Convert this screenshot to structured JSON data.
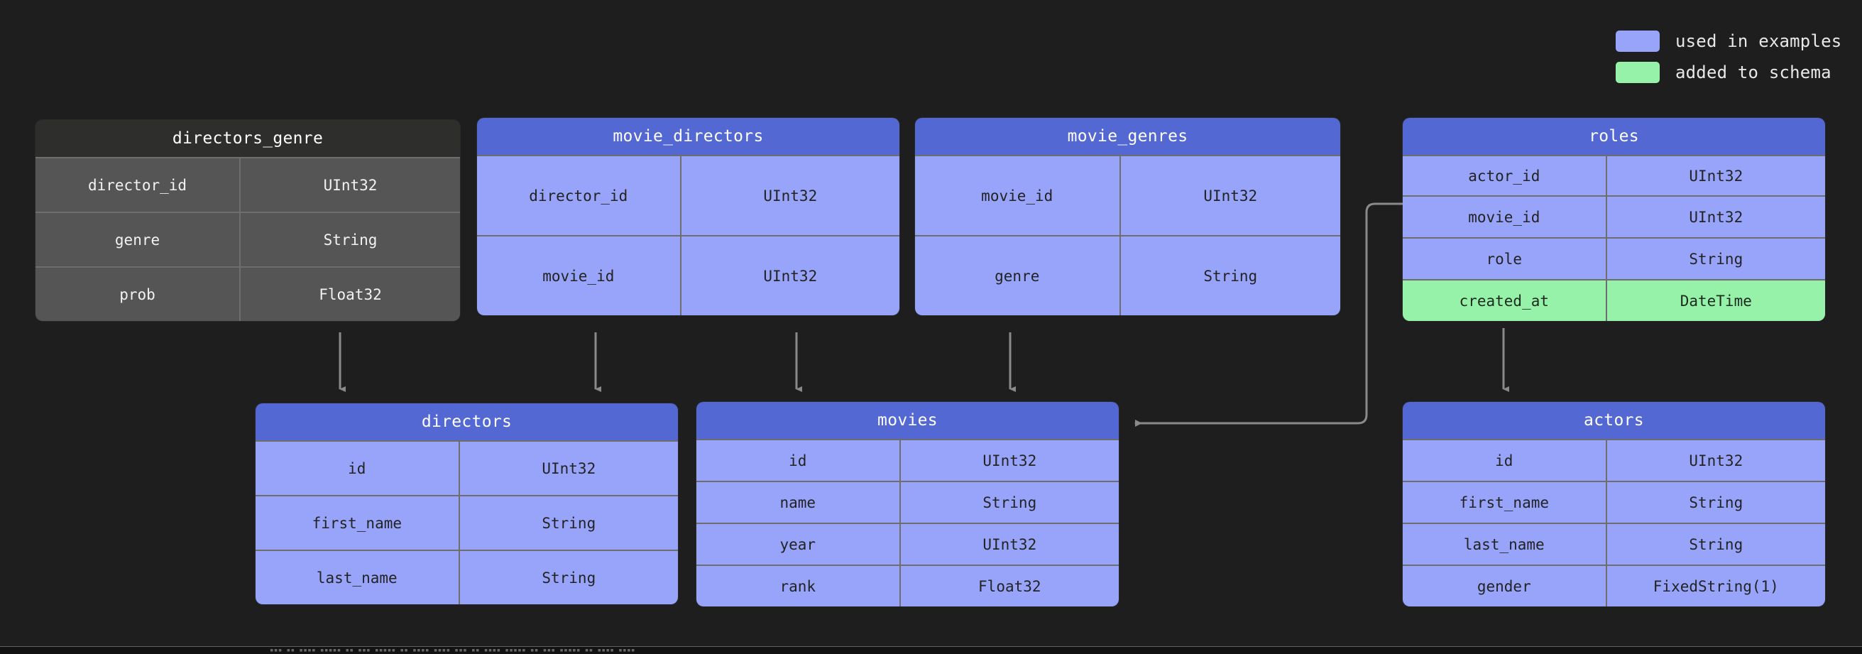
{
  "background_color": "#1e1e1e",
  "legend": {
    "items": [
      {
        "label": "used in examples",
        "color": "#97a4fa",
        "swatch_name": "legend-swatch-blue"
      },
      {
        "label": "added to schema",
        "color": "#96f2a8",
        "swatch_name": "legend-swatch-green"
      }
    ]
  },
  "colors": {
    "header_blue": "#5468d4",
    "body_blue": "#97a4fa",
    "added_green": "#96f2a8",
    "header_gray": "#2e2e2c",
    "body_gray": "#555555",
    "border_gray": "#6e6e6e",
    "connector": "#8a8a8a"
  },
  "tables": [
    {
      "name": "directors_genre",
      "theme": "gray",
      "columns": [
        {
          "name": "director_id",
          "type": "UInt32",
          "highlight": "none"
        },
        {
          "name": "genre",
          "type": "String",
          "highlight": "none"
        },
        {
          "name": "prob",
          "type": "Float32",
          "highlight": "none"
        }
      ]
    },
    {
      "name": "movie_directors",
      "theme": "blue",
      "columns": [
        {
          "name": "director_id",
          "type": "UInt32",
          "highlight": "none"
        },
        {
          "name": "movie_id",
          "type": "UInt32",
          "highlight": "none"
        }
      ]
    },
    {
      "name": "movie_genres",
      "theme": "blue",
      "columns": [
        {
          "name": "movie_id",
          "type": "UInt32",
          "highlight": "none"
        },
        {
          "name": "genre",
          "type": "String",
          "highlight": "none"
        }
      ]
    },
    {
      "name": "roles",
      "theme": "blue",
      "columns": [
        {
          "name": "actor_id",
          "type": "UInt32",
          "highlight": "none"
        },
        {
          "name": "movie_id",
          "type": "UInt32",
          "highlight": "none"
        },
        {
          "name": "role",
          "type": "String",
          "highlight": "none"
        },
        {
          "name": "created_at",
          "type": "DateTime",
          "highlight": "added"
        }
      ]
    },
    {
      "name": "directors",
      "theme": "blue",
      "columns": [
        {
          "name": "id",
          "type": "UInt32",
          "highlight": "none"
        },
        {
          "name": "first_name",
          "type": "String",
          "highlight": "none"
        },
        {
          "name": "last_name",
          "type": "String",
          "highlight": "none"
        }
      ]
    },
    {
      "name": "movies",
      "theme": "blue",
      "columns": [
        {
          "name": "id",
          "type": "UInt32",
          "highlight": "none"
        },
        {
          "name": "name",
          "type": "String",
          "highlight": "none"
        },
        {
          "name": "year",
          "type": "UInt32",
          "highlight": "none"
        },
        {
          "name": "rank",
          "type": "Float32",
          "highlight": "none"
        }
      ]
    },
    {
      "name": "actors",
      "theme": "blue",
      "columns": [
        {
          "name": "id",
          "type": "UInt32",
          "highlight": "none"
        },
        {
          "name": "first_name",
          "type": "String",
          "highlight": "none"
        },
        {
          "name": "last_name",
          "type": "String",
          "highlight": "none"
        },
        {
          "name": "gender",
          "type": "FixedString(1)",
          "highlight": "none"
        }
      ]
    }
  ],
  "relationships": [
    {
      "from": "directors_genre",
      "to": "directors",
      "style": "straight-down"
    },
    {
      "from": "movie_directors",
      "to": "directors",
      "style": "straight-down"
    },
    {
      "from": "movie_directors",
      "to": "movies",
      "style": "straight-down"
    },
    {
      "from": "movie_genres",
      "to": "movies",
      "style": "straight-down"
    },
    {
      "from": "roles",
      "to": "movies",
      "style": "elbow-left"
    },
    {
      "from": "roles",
      "to": "actors",
      "style": "straight-down"
    }
  ],
  "artifact_text": "▪︎▪︎▪︎ ▪︎▪︎ ▪︎▪︎▪︎▪︎ ▪︎▪︎▪︎▪︎▪︎ ▪︎▪︎ ▪︎▪︎▪︎ ▪︎▪︎▪︎▪︎▪︎ ▪︎▪︎ ▪︎▪︎▪︎▪︎ ▪︎▪︎▪︎▪︎ ▪︎▪︎▪︎ ▪︎▪︎ ▪︎▪︎▪︎▪︎ ▪︎▪︎▪︎▪︎▪︎ ▪︎▪︎ ▪︎▪︎▪︎ ▪︎▪︎▪︎▪︎▪︎ ▪︎▪︎ ▪︎▪︎▪︎▪︎ ▪︎▪︎▪︎▪︎"
}
